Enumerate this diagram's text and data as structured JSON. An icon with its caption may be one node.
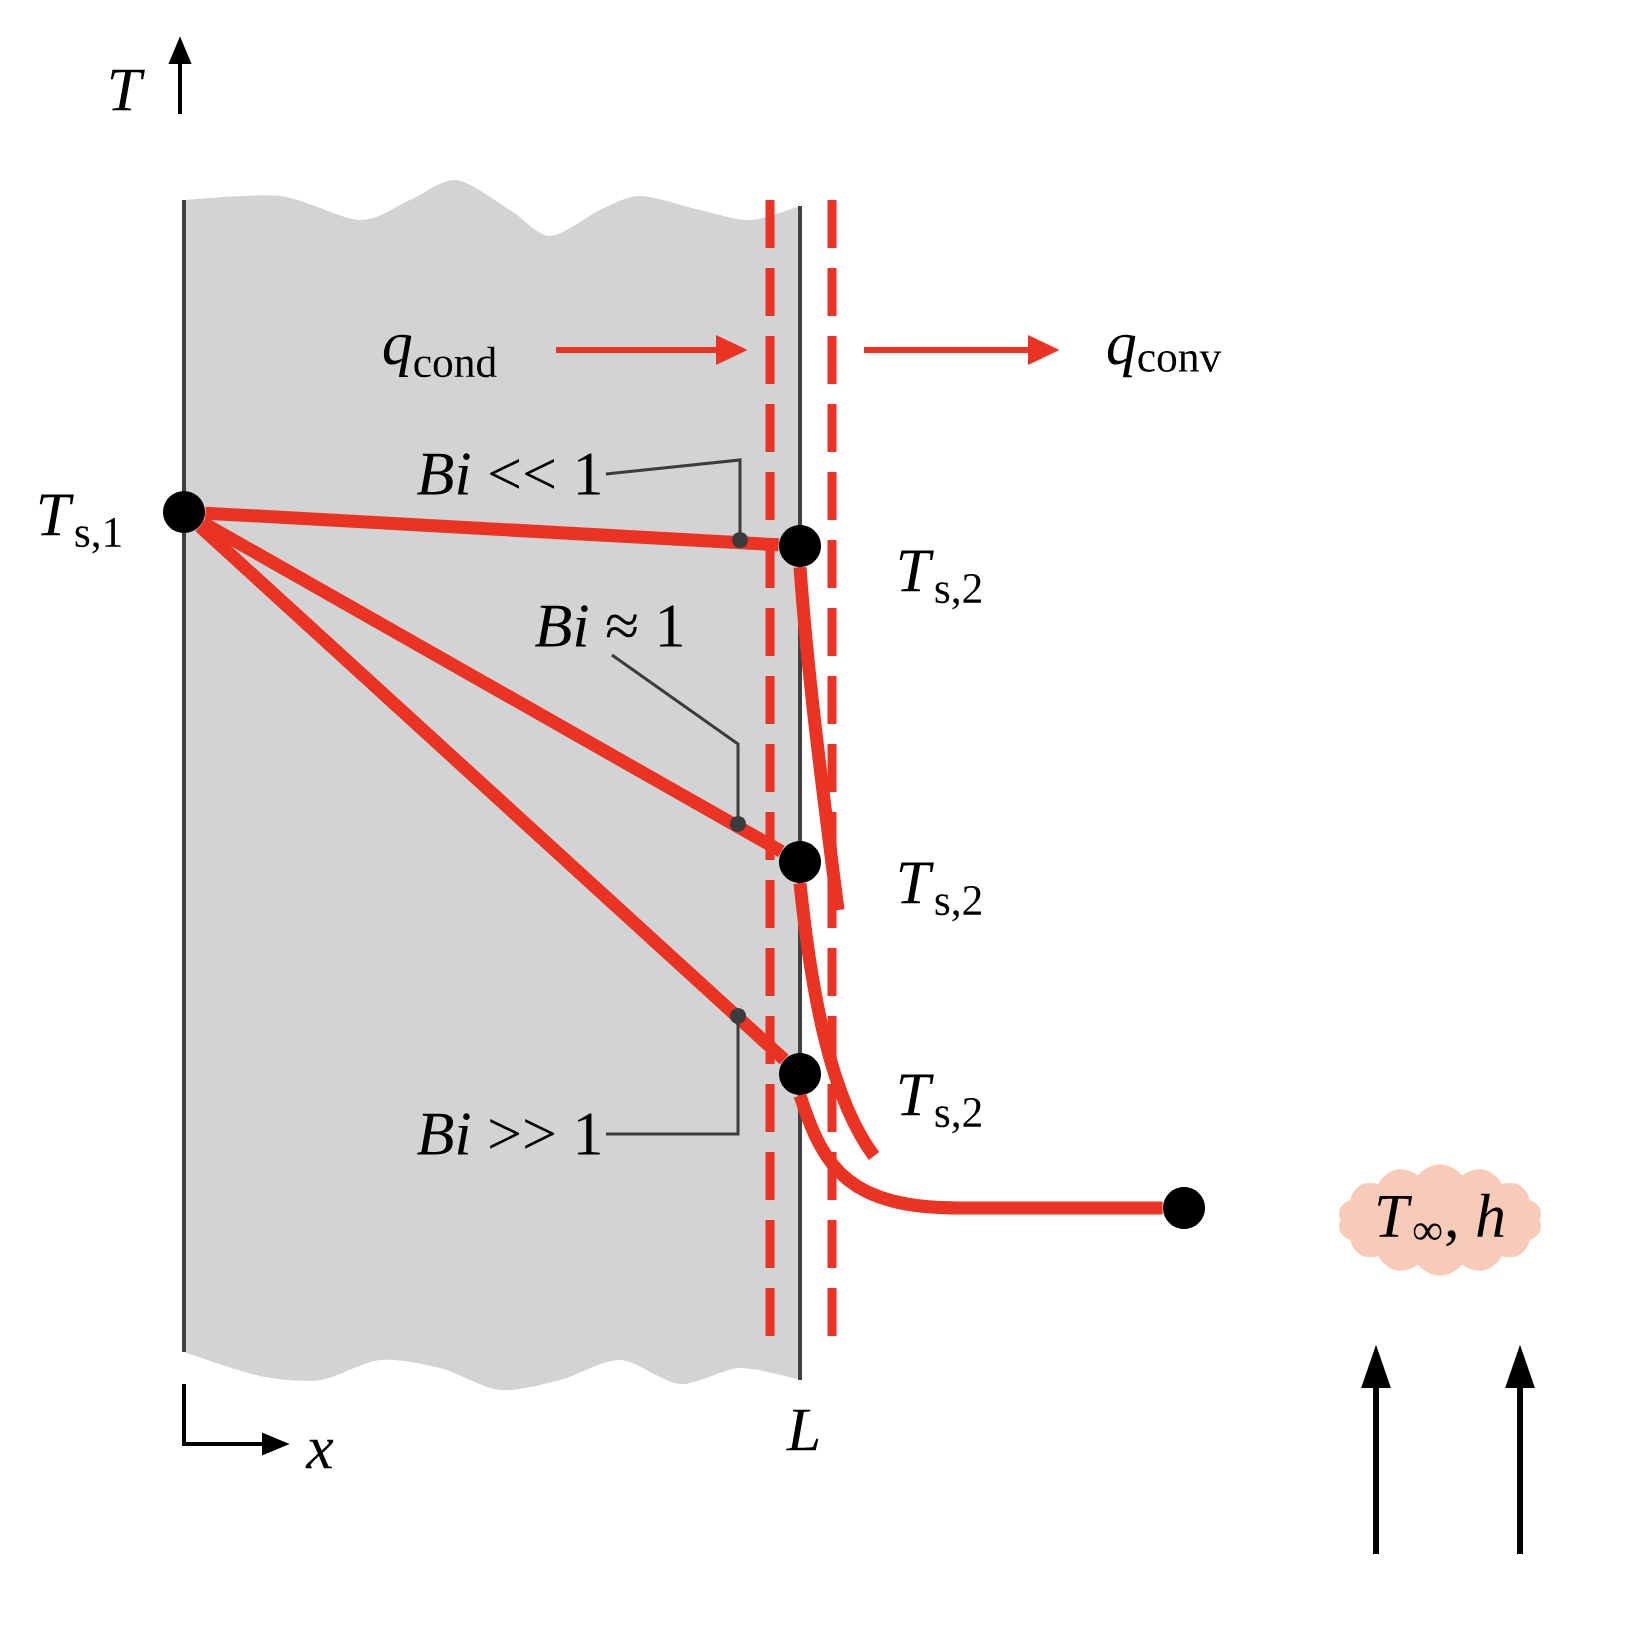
{
  "diagram": {
    "nodes": [
      {
        "text": [],
        "shape": "circle",
        "beside": [
          "*T*$_{s,1}$"
        ]
      },
      {
        "text": [],
        "shape": "circle",
        "beside": [
          "*T*$_{s,2}$"
        ]
      },
      {
        "text": [],
        "shape": "circle",
        "beside": [
          "*T*$_{s,2}$"
        ]
      },
      {
        "text": [],
        "shape": "circle",
        "beside": [
          "*T*$_{s,2}$"
        ]
      },
      {
        "text": [],
        "shape": "circle"
      },
      {
        "text": [
          "*T*$_{∞}$, *h*"
        ]
      },
      {
        "text": [
          "*Bi* << 1"
        ]
      },
      {
        "text": [
          "*Bi* ≈ 1"
        ]
      },
      {
        "text": [
          "*Bi* >> 1"
        ]
      }
    ],
    "edges": [
      {
        "from": 0,
        "to": 1,
        "arrow": "none"
      },
      {
        "from": 0,
        "to": 2,
        "arrow": "none"
      },
      {
        "from": 0,
        "to": 3,
        "arrow": "none"
      },
      {
        "from": 1,
        "to": null,
        "arrow": "none"
      },
      {
        "from": 2,
        "to": null,
        "arrow": "none"
      },
      {
        "from": 3,
        "to": 4,
        "arrow": "none"
      },
      {
        "from": 6,
        "to": null,
        "arrow": "other",
        "color": "#3c3c3c"
      },
      {
        "from": 7,
        "to": null,
        "arrow": "other",
        "color": "#3c3c3c"
      },
      {
        "from": 8,
        "to": null,
        "arrow": "other",
        "color": "#3c3c3c"
      }
    ],
    "labels": [
      "T",
      "*q*$_{cond}$",
      "*q*$_{conv}$",
      "L",
      "x"
    ]
  }
}
